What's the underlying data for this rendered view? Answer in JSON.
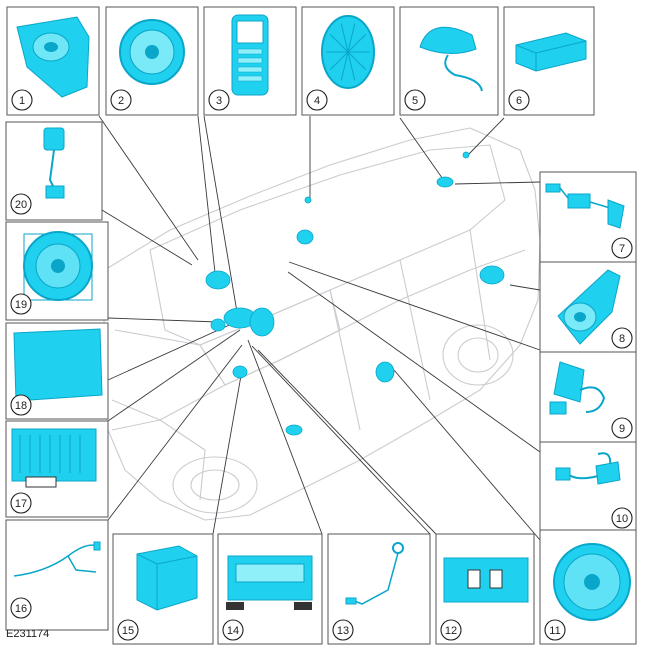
{
  "figure": {
    "reference": "E231174",
    "colors": {
      "accent": "#1fd0ef",
      "accent_dark": "#0aa6c9",
      "outline": "#333333",
      "vehicle": "#c9ccd0",
      "leader": "#3a3a3a"
    }
  },
  "callouts": [
    {
      "number": "1",
      "part": "speaker-bracket-icon"
    },
    {
      "number": "2",
      "part": "round-speaker-icon"
    },
    {
      "number": "3",
      "part": "control-panel-icon"
    },
    {
      "number": "4",
      "part": "tweeter-speaker-icon"
    },
    {
      "number": "5",
      "part": "shark-fin-antenna-icon"
    },
    {
      "number": "6",
      "part": "module-icon"
    },
    {
      "number": "7",
      "part": "antenna-cable-icon"
    },
    {
      "number": "8",
      "part": "door-speaker-icon"
    },
    {
      "number": "9",
      "part": "wiring-harness-icon"
    },
    {
      "number": "10",
      "part": "cable-module-icon"
    },
    {
      "number": "11",
      "part": "large-speaker-icon"
    },
    {
      "number": "12",
      "part": "usb-hub-icon"
    },
    {
      "number": "13",
      "part": "antenna-lead-icon"
    },
    {
      "number": "14",
      "part": "radio-display-icon"
    },
    {
      "number": "15",
      "part": "control-module-icon"
    },
    {
      "number": "16",
      "part": "cable-harness-icon"
    },
    {
      "number": "17",
      "part": "amplifier-icon"
    },
    {
      "number": "18",
      "part": "display-screen-icon"
    },
    {
      "number": "19",
      "part": "bass-speaker-icon"
    },
    {
      "number": "20",
      "part": "gps-cable-icon"
    }
  ]
}
